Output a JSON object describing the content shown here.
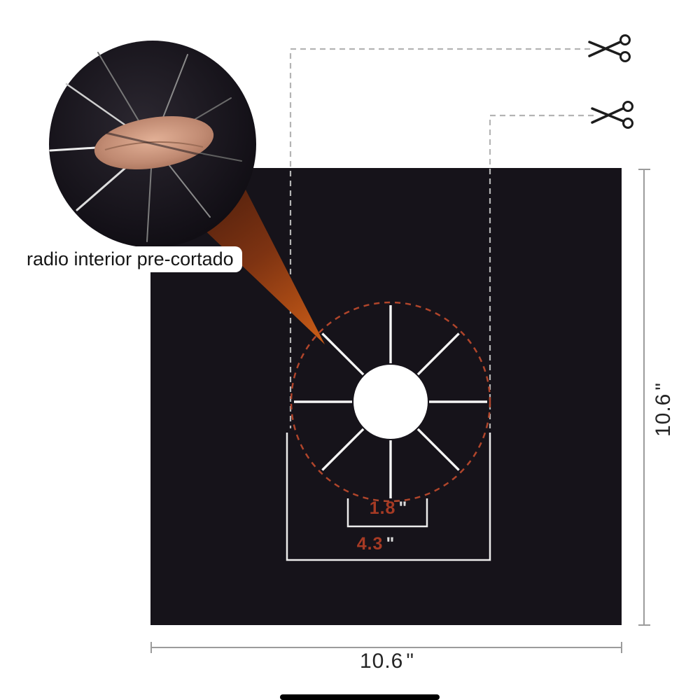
{
  "callout": {
    "label": "radio interior pre-cortado"
  },
  "dimensions": {
    "inner_diameter": {
      "value": "1.8",
      "unit": "\""
    },
    "precut_diameter": {
      "value": "4.3",
      "unit": "\""
    },
    "sheet_height": {
      "value": "10.6",
      "unit": "\""
    },
    "sheet_width": {
      "value": "10.6",
      "unit": "\""
    }
  },
  "icons": {
    "top_cut_marker": "scissors-icon",
    "middle_cut_marker": "scissors-icon"
  },
  "colors": {
    "sheet_black": "#16131a",
    "accent_orange": "#cf5f17",
    "precut_dash_red": "#b0452b",
    "dimension_gray": "#9b9b9b",
    "dim_text_red": "#a63a24",
    "cut_dash_gray": "#b4b4b4"
  }
}
